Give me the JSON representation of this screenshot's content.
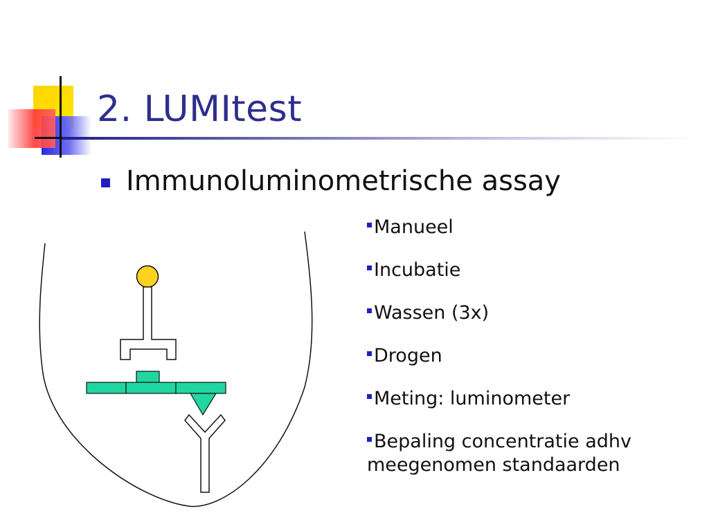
{
  "slide": {
    "title": "2. LUMItest",
    "main_bullet": "Immunoluminometrische assay",
    "sub_bullets": [
      "Manueel",
      "Incubatie",
      "Wassen (3x)",
      "Drogen",
      "Meting: luminometer",
      "Bepaling concentratie adhv meegenomen standaarden"
    ]
  },
  "colors": {
    "title": "#2e2e8e",
    "bullet": "#1f1fbf",
    "label_circle": "#ffd21f",
    "antigen": "#21d6a0"
  },
  "icons": [
    "square-bullet-icon",
    "antibody-icon",
    "label-circle-icon",
    "antigen-icon"
  ]
}
